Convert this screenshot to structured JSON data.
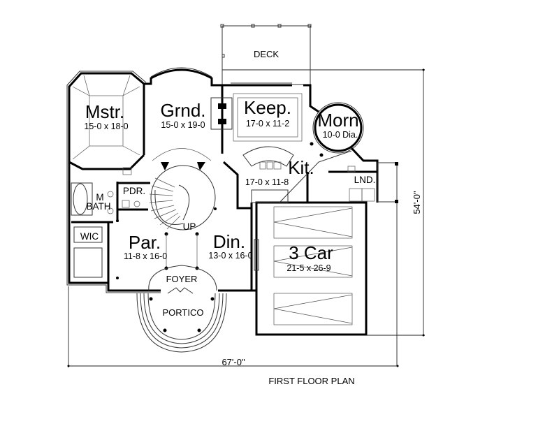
{
  "plan": {
    "title": "FIRST FLOOR PLAN",
    "overall_width": "67'-0\"",
    "overall_depth": "54'-0\""
  },
  "rooms": {
    "deck": {
      "name": "DECK"
    },
    "master": {
      "name": "Mstr.",
      "size": "15-0 x 18-0"
    },
    "great": {
      "name": "Grnd.",
      "size": "15-0 x 19-0"
    },
    "keeping": {
      "name": "Keep.",
      "size": "17-0 x 11-2"
    },
    "morning": {
      "name": "Morn",
      "size": "10-0 Dia."
    },
    "kitchen": {
      "name": "Kit.",
      "size": "17-0 x 11-8"
    },
    "laundry": {
      "name": "LND."
    },
    "powder": {
      "name": "PDR."
    },
    "master_bath": {
      "name_line1": "M",
      "name_line2": "BATH"
    },
    "wic": {
      "name": "WIC"
    },
    "parlor": {
      "name": "Par.",
      "size": "11-8 x 16-0"
    },
    "dining": {
      "name": "Din.",
      "size": "13-0 x 16-0"
    },
    "garage": {
      "name": "3 Car",
      "size": "21-5 x 26-9"
    },
    "foyer": {
      "name": "FOYER"
    },
    "portico": {
      "name": "PORTICO"
    },
    "stair": {
      "label": "UP"
    }
  },
  "colors": {
    "line": "#000000",
    "background": "#ffffff"
  }
}
